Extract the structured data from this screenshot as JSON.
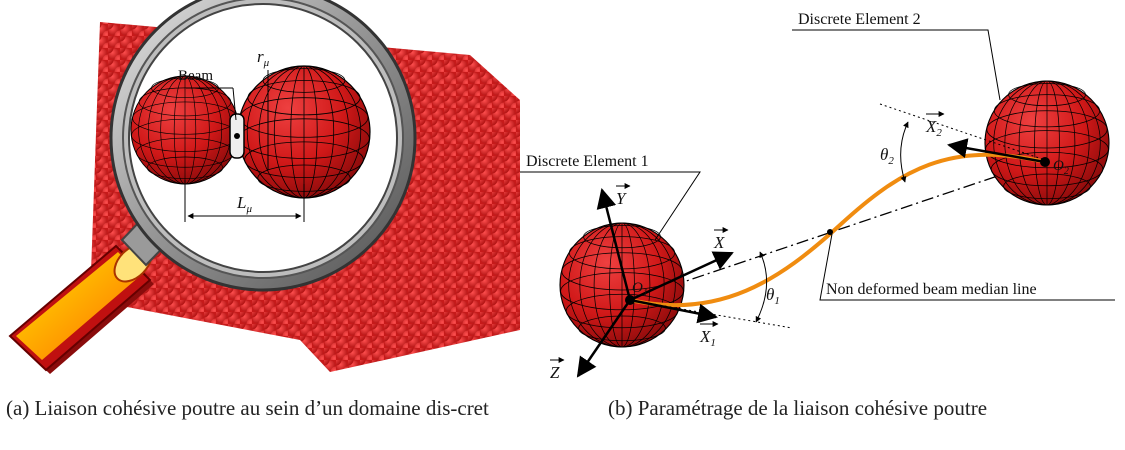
{
  "figure_a": {
    "beam_label": "Beam",
    "r_label": "r",
    "r_sub": "μ",
    "l_label": "L",
    "l_sub": "μ",
    "caption": "(a) Liaison cohésive poutre au sein d’un domaine dis-cret"
  },
  "figure_b": {
    "element1_label": "Discrete Element 1",
    "element2_label": "Discrete Element 2",
    "median_label": "Non deformed beam median line",
    "axis_x": "X",
    "axis_y": "Y",
    "axis_z": "Z",
    "axis_x1": "X",
    "axis_x1_sub": "1",
    "axis_x2": "X",
    "axis_x2_sub": "2",
    "theta": "θ",
    "theta1_sub": "1",
    "theta2_sub": "2",
    "o_label": "O",
    "o1_sub": "1",
    "o2_sub": "2",
    "caption": "(b) Paramétrage de la liaison cohésive poutre"
  },
  "colors": {
    "sphere": "#d01818",
    "beam_curve": "#f08c10",
    "magnifier_ring": "#777777",
    "handle": "#c01010"
  }
}
